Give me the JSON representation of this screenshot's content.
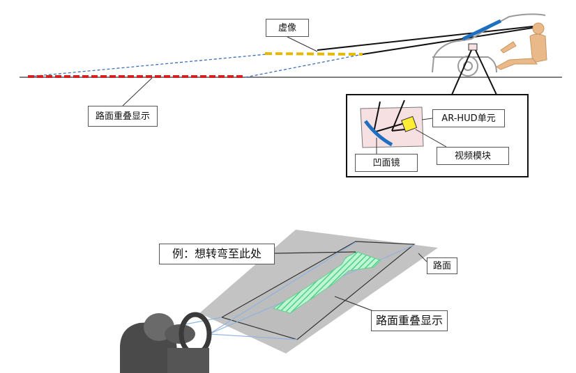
{
  "labels": {
    "virtual_image": "虚像",
    "road_overlay_top": "路面重叠显示",
    "arhud_unit": "AR-HUD单元",
    "video_module": "视频模块",
    "concave_mirror": "凹面镜",
    "example_turn": "例：想转弯至此处",
    "road_surface": "路面",
    "road_overlay_bottom": "路面重叠显示"
  },
  "colors": {
    "road_dash": "#d42020",
    "virtual_dash": "#e6b800",
    "ray_dash": "#3a6fb8",
    "mirror": "#1f6fc0",
    "hud_box": "#f6e0e2",
    "video_module": "#ffee33",
    "driver": "#e9b98a",
    "overlay_green": "#8ee6b0",
    "road_plane": "#b8b8b8",
    "silhouette": "#4a4a4a"
  }
}
